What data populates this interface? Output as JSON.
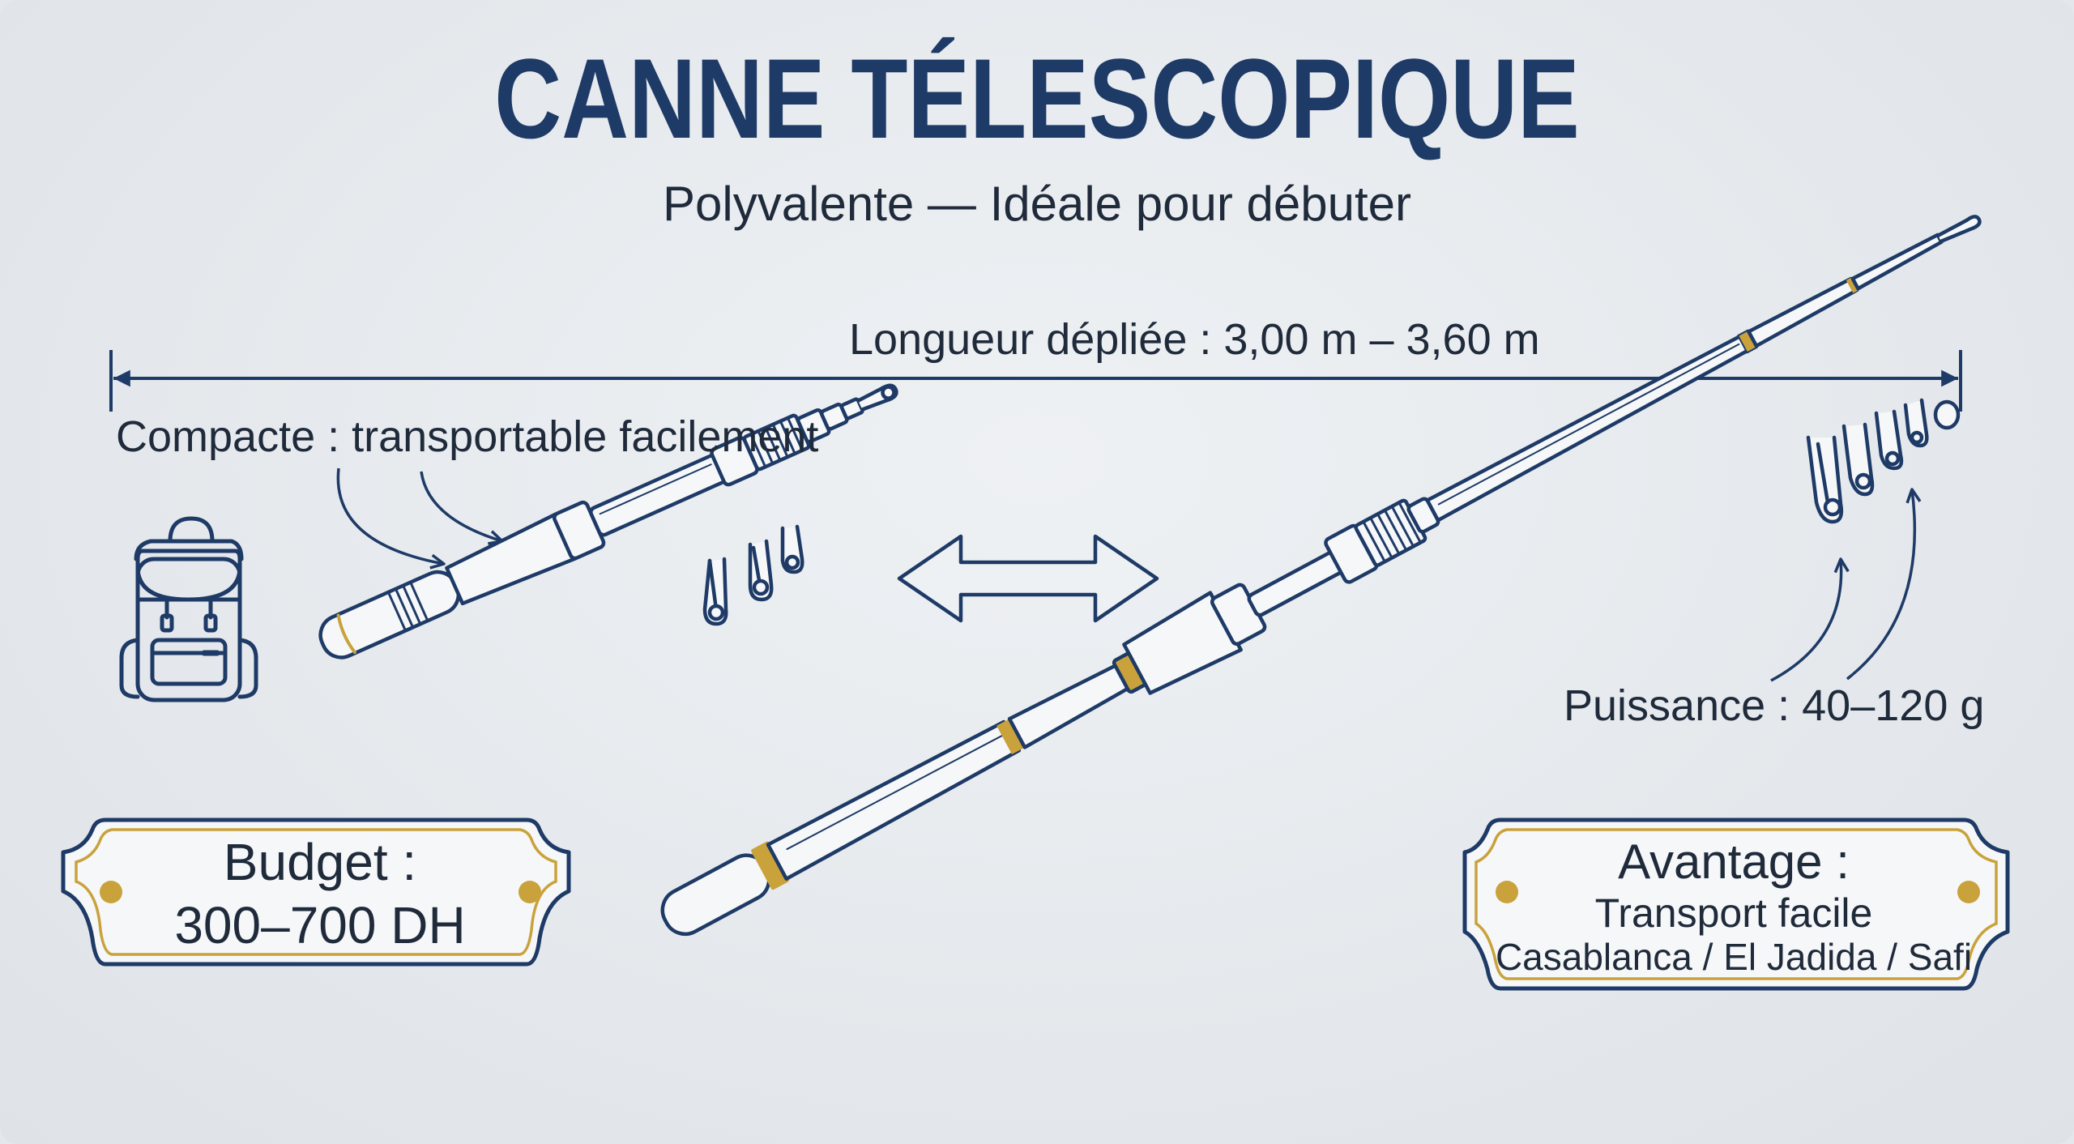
{
  "header": {
    "title": "CANNE TÉLESCOPIQUE",
    "subtitle": "Polyvalente — Idéale pour débuter"
  },
  "annotations": {
    "length": "Longueur dépliée : 3,00 m – 3,60 m",
    "compact": "Compacte : transportable facilement",
    "power": "Puissance : 40–120 g"
  },
  "plaques": {
    "budget": {
      "title": "Budget :",
      "value": "300–700 DH"
    },
    "advantage": {
      "title": "Avantage :",
      "line1": "Transport facile",
      "line2": "Casablanca / El Jadida / Safi"
    }
  },
  "icons": [
    "backpack-icon",
    "double-arrow-icon",
    "length-arrow-icon",
    "curved-arrow-icon"
  ],
  "colors": {
    "ink": "#1e3a66",
    "text": "#1f2a3a",
    "gold": "#c9a23c",
    "background": "#e4e8ec",
    "plaque_fill": "#f6f7f9"
  }
}
